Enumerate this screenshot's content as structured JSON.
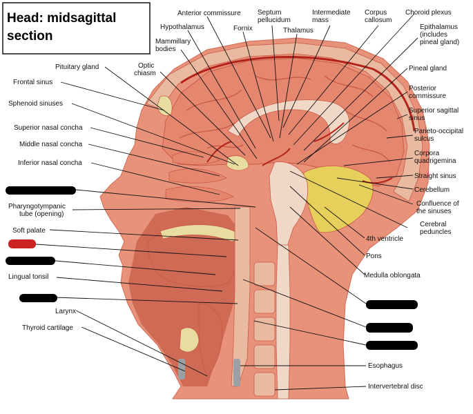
{
  "title_line1": "Head: midsagittal",
  "title_line2": "section",
  "colors": {
    "skin": "#e8927a",
    "muscle": "#cf6a55",
    "brain": "#e5866e",
    "brain_stripe": "#c95a48",
    "vessel": "#b3231c",
    "cerebellum": "#e6cf5a",
    "cartilage": "#e9dca0",
    "bone": "#e9b9a0",
    "spinal": "#f1d8c6",
    "gray_marker": "#9aa0a4",
    "black_marker": "#000000",
    "red_marker": "#cc2222"
  },
  "labels": {
    "anterior_commissure": "Anterior commissure",
    "septum_pellucidum": [
      "Septum",
      "pellucidum"
    ],
    "intermediate_mass": [
      "Intermediate",
      "mass"
    ],
    "corpus_callosum": [
      "Corpus",
      "callosum"
    ],
    "choroid_plexus": "Choroid plexus",
    "hypothalamus": "Hypothalamus",
    "fornix": "Fornix",
    "thalamus": "Thalamus",
    "epithalamus": [
      "Epithalamus",
      "(includes",
      "pineal gland)"
    ],
    "mammillary_bodies": [
      "Mammillary",
      "bodies"
    ],
    "pituitary_gland": "Pituitary gland",
    "optic_chiasm": [
      "Optic",
      "chiasm"
    ],
    "pineal_gland": "Pineal gland",
    "frontal_sinus": "Frontal sinus",
    "posterior_commissure": [
      "Posterior",
      "commissure"
    ],
    "sphenoid_sinuses": "Sphenoid sinuses",
    "superior_sagittal_sinus": [
      "Superior sagittal",
      "sinus"
    ],
    "superior_nasal_concha": "Superior nasal concha",
    "parieto_occipital_sulcus": [
      "Parieto-occipital",
      "sulcus"
    ],
    "middle_nasal_concha": "Middle nasal concha",
    "corpora_quadrigemina": [
      "Corpora",
      "quadrigemina"
    ],
    "inferior_nasal_concha": "Inferior nasal concha",
    "straight_sinus": "Straight sinus",
    "cerebellum": "Cerebellum",
    "confluence_of_sinuses": [
      "Confluence of",
      "the sinuses"
    ],
    "pharyngotympanic_tube": [
      "Pharyngotympanic",
      "tube (opening)"
    ],
    "cerebral_peduncles": [
      "Cerebral",
      "peduncles"
    ],
    "soft_palate": "Soft palate",
    "fourth_ventricle": "4th ventricle",
    "pons": "Pons",
    "lingual_tonsil": "Lingual tonsil",
    "medulla_oblongata": "Medulla oblongata",
    "larynx": "Larynx",
    "thyroid_cartilage": "Thyroid cartilage",
    "esophagus": "Esophagus",
    "intervertebral_disc": "Intervertebral disc"
  }
}
